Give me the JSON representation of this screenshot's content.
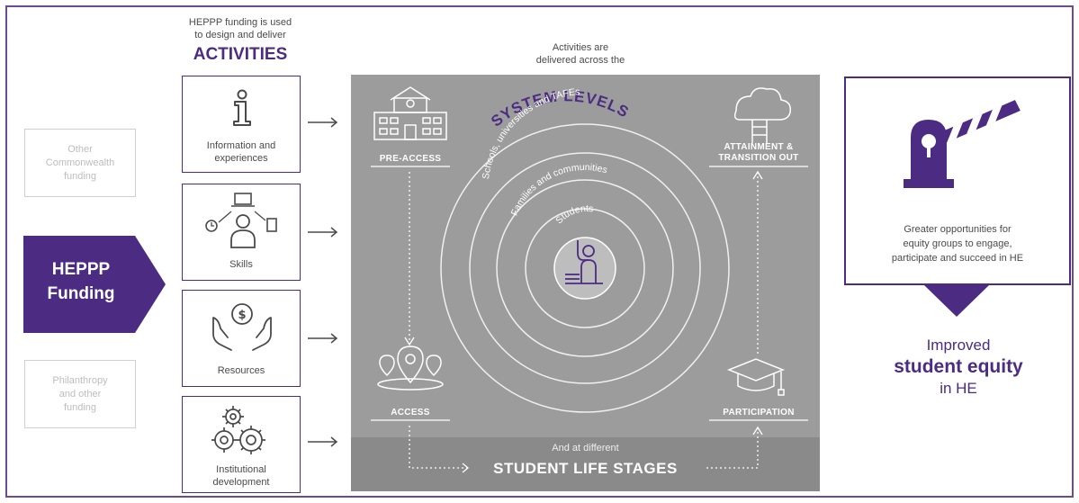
{
  "header": {
    "activities_intro_line1": "HEPPP funding is used",
    "activities_intro_line2": "to design and deliver",
    "activities_title": "ACTIVITIES",
    "delivered_line1": "Activities are",
    "delivered_line2": "delivered across the"
  },
  "funding_sources": {
    "other_commonwealth": [
      "Other",
      "Commonwealth",
      "funding"
    ],
    "heppp": [
      "HEPPP",
      "Funding"
    ],
    "philanthropy": [
      "Philanthropy",
      "and other",
      "funding"
    ]
  },
  "activities": [
    {
      "label_lines": [
        "Information and",
        "experiences"
      ],
      "icon": "info-icon"
    },
    {
      "label_lines": [
        "Skills"
      ],
      "icon": "skills-icon"
    },
    {
      "label_lines": [
        "Resources"
      ],
      "icon": "resources-icon"
    },
    {
      "label_lines": [
        "Institutional",
        "development"
      ],
      "icon": "gears-icon"
    }
  ],
  "system_levels": {
    "title": "SYSTEM LEVELS",
    "rings": [
      "Schools, universities and TAFEs",
      "Families and communities",
      "Students"
    ]
  },
  "stages": {
    "pre_access": "PRE-ACCESS",
    "attainment_line1": "ATTAINMENT &",
    "attainment_line2": "TRANSITION OUT",
    "access": "ACCESS",
    "participation": "PARTICIPATION",
    "different_line": "And at different",
    "life_stages": "STUDENT LIFE STAGES"
  },
  "outcome": {
    "box_lines": [
      "Greater opportunities for",
      "equity groups to engage,",
      "participate and succeed in HE"
    ],
    "improved": "Improved",
    "student_equity": "student equity",
    "in_he": "in HE"
  },
  "colors": {
    "purple": "#4b2c82",
    "panel_grey": "#9c9c9c",
    "band_grey": "#8a8a8a"
  }
}
